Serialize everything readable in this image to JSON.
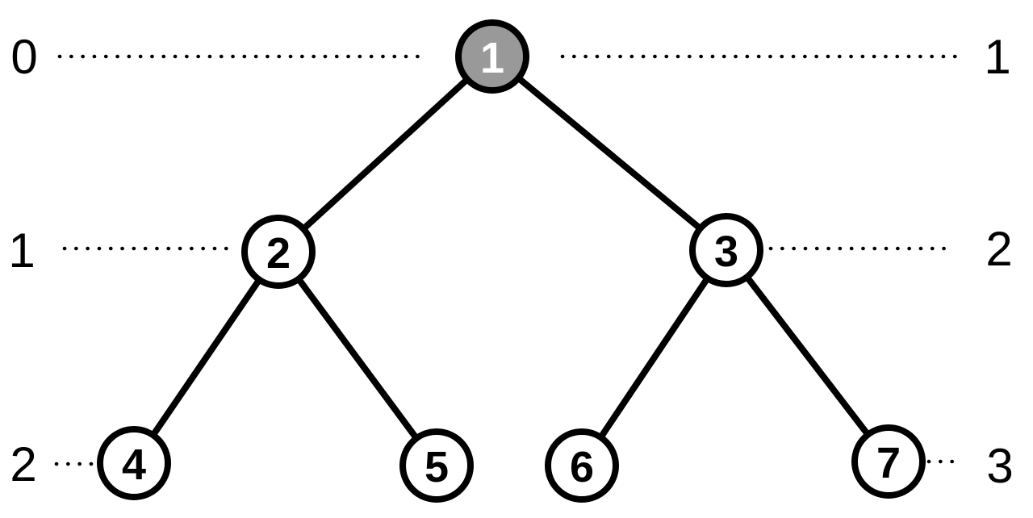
{
  "diagram": {
    "type": "binary-tree",
    "description": "Perfect binary tree of depth 2 with dotted level guide lines; depth labels on the left, level-order numbering labels on the right; root node highlighted gray",
    "nodes": [
      {
        "label": "1",
        "highlighted": true,
        "depth": 0
      },
      {
        "label": "2",
        "highlighted": false,
        "depth": 1
      },
      {
        "label": "3",
        "highlighted": false,
        "depth": 1
      },
      {
        "label": "4",
        "highlighted": false,
        "depth": 2
      },
      {
        "label": "5",
        "highlighted": false,
        "depth": 2
      },
      {
        "label": "6",
        "highlighted": false,
        "depth": 2
      },
      {
        "label": "7",
        "highlighted": false,
        "depth": 2
      }
    ],
    "edges": [
      "1-2",
      "1-3",
      "2-4",
      "2-5",
      "3-6",
      "3-7"
    ],
    "left_labels": [
      "0",
      "1",
      "2"
    ],
    "right_labels": [
      "1",
      "2",
      "3"
    ],
    "colors": {
      "stroke": "#000000",
      "node_fill": "#ffffff",
      "highlighted_node_fill": "#999999",
      "node_text": "#000000",
      "highlighted_node_text": "#ffffff",
      "background": "#ffffff"
    }
  }
}
